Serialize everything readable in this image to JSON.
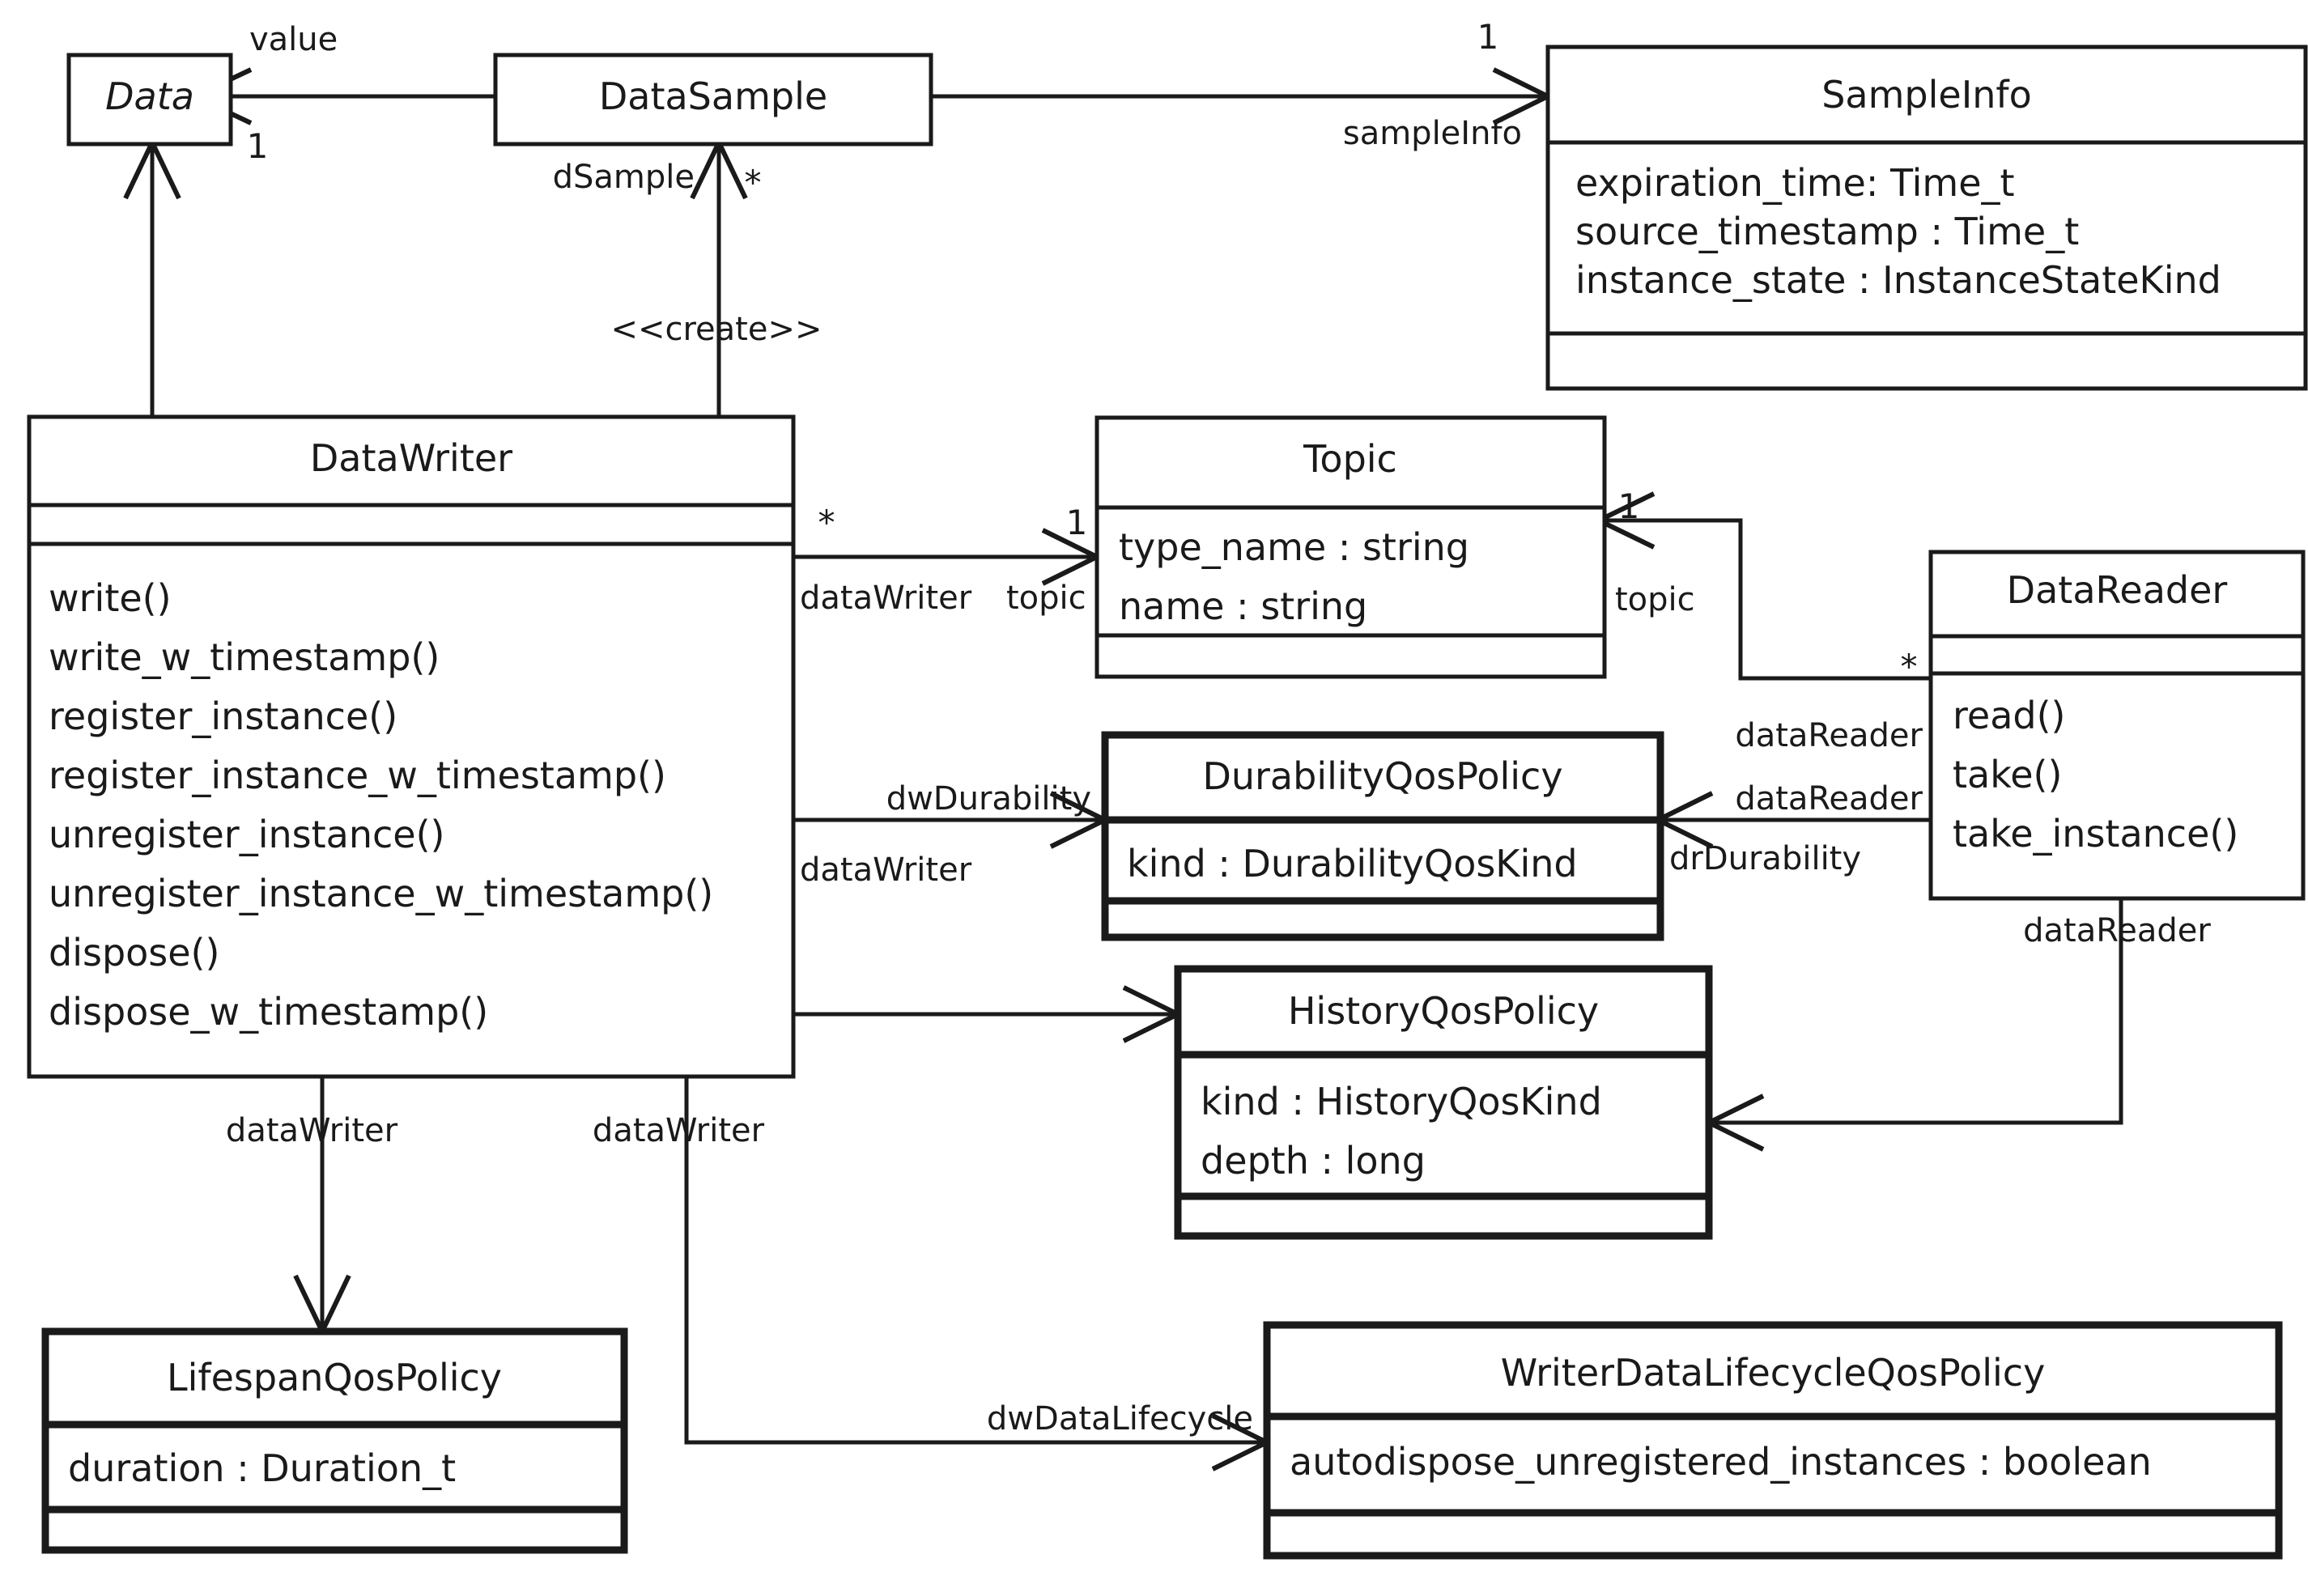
{
  "diagram": {
    "kind": "uml-class-diagram",
    "colors": {
      "stroke": "#1a1a1a",
      "background": "#ffffff"
    }
  },
  "classes": {
    "data": {
      "name": "Data",
      "italic": true
    },
    "data_sample": {
      "name": "DataSample"
    },
    "sample_info": {
      "name": "SampleInfo",
      "attributes": [
        "expiration_time: Time_t",
        "source_timestamp : Time_t",
        "instance_state : InstanceStateKind"
      ]
    },
    "data_writer": {
      "name": "DataWriter",
      "operations": [
        "write()",
        "write_w_timestamp()",
        "register_instance()",
        "register_instance_w_timestamp()",
        "unregister_instance()",
        "unregister_instance_w_timestamp()",
        "dispose()",
        "dispose_w_timestamp()"
      ]
    },
    "topic": {
      "name": "Topic",
      "attributes": [
        "type_name : string",
        "name : string"
      ]
    },
    "data_reader": {
      "name": "DataReader",
      "operations": [
        "read()",
        "take()",
        "take_instance()"
      ]
    },
    "durability_qos_policy": {
      "name": "DurabilityQosPolicy",
      "attributes": [
        "kind : DurabilityQosKind"
      ]
    },
    "history_qos_policy": {
      "name": "HistoryQosPolicy",
      "attributes": [
        "kind : HistoryQosKind",
        "depth : long"
      ]
    },
    "lifespan_qos_policy": {
      "name": "LifespanQosPolicy",
      "attributes": [
        "duration : Duration_t"
      ]
    },
    "writer_data_lifecycle_qos_policy": {
      "name": "WriterDataLifecycleQosPolicy",
      "attributes": [
        "autodispose_unregistered_instances : boolean"
      ]
    }
  },
  "relations": {
    "data_sample_to_data": {
      "role": "value",
      "multiplicity": "1"
    },
    "data_sample_to_sample_info": {
      "role": "sampleInfo",
      "multiplicity": "1"
    },
    "data_writer_creates_data_sample": {
      "stereotype": "<<create>>",
      "role": "dSample",
      "multiplicity": "*"
    },
    "data_writer_to_topic": {
      "source_role": "dataWriter",
      "target_role": "topic",
      "source_multiplicity": "*",
      "target_multiplicity": "1"
    },
    "data_reader_to_topic": {
      "source_role": "dataReader",
      "target_role": "topic",
      "source_multiplicity": "*",
      "target_multiplicity": "1"
    },
    "data_writer_to_durability": {
      "source_role": "dataWriter",
      "target_role": "dwDurability"
    },
    "data_reader_to_durability": {
      "source_role": "dataReader",
      "target_role": "drDurability"
    },
    "data_writer_to_history": {
      "source_role": "dataWriter"
    },
    "data_reader_to_history": {
      "source_role": "dataReader"
    },
    "data_writer_to_lifespan": {
      "source_role": "dataWriter"
    },
    "data_writer_to_writer_data_lifecycle": {
      "source_role": "dataWriter",
      "target_role": "dwDataLifecycle"
    }
  }
}
